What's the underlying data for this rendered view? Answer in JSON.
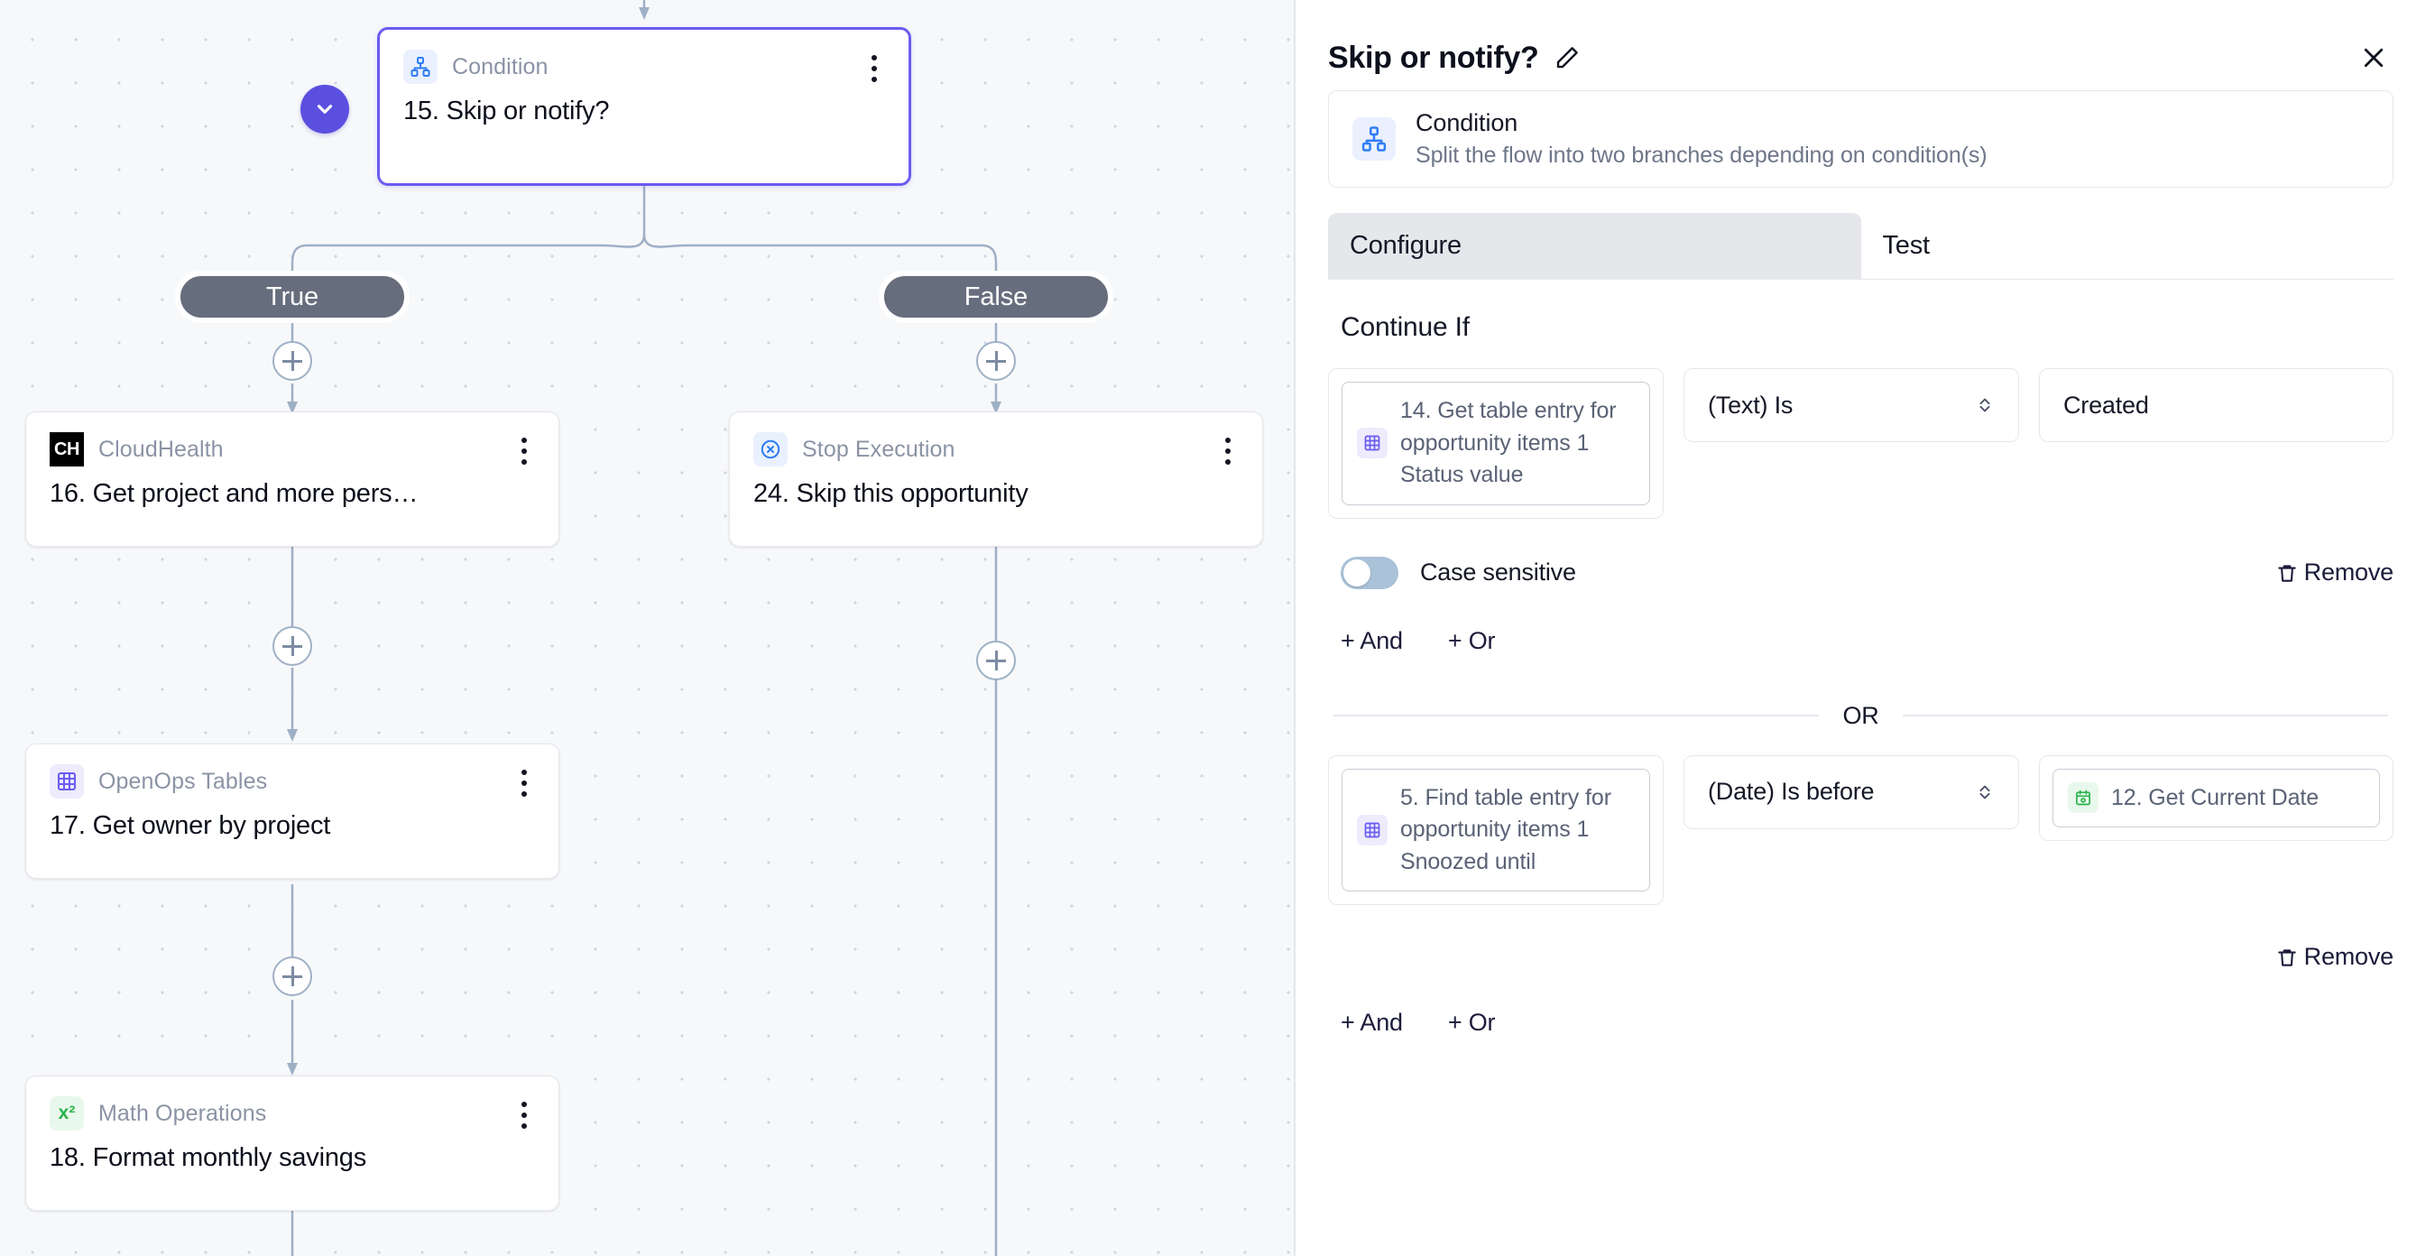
{
  "canvas": {
    "nodes": [
      {
        "id": "n15",
        "kind": "Condition",
        "title": "15. Skip or notify?",
        "logo": "condition-icon"
      },
      {
        "id": "n16",
        "kind": "CloudHealth",
        "title": "16. Get project and more pers…",
        "logo": "cloudhealth-logo"
      },
      {
        "id": "n17",
        "kind": "OpenOps Tables",
        "title": "17. Get owner by project",
        "logo": "tables-icon"
      },
      {
        "id": "n18",
        "kind": "Math Operations",
        "title": "18. Format monthly savings",
        "logo": "math-icon"
      },
      {
        "id": "n24",
        "kind": "Stop Execution",
        "title": "24. Skip this opportunity",
        "logo": "stop-icon"
      }
    ],
    "branches": {
      "true_label": "True",
      "false_label": "False"
    },
    "math_logo_text": "x²",
    "cloudhealth_logo_text": "CH"
  },
  "panel": {
    "title": "Skip or notify?",
    "piece": {
      "name": "Condition",
      "description": "Split the flow into two branches depending on condition(s)"
    },
    "tabs": [
      {
        "label": "Configure",
        "active": true
      },
      {
        "label": "Test",
        "active": false
      }
    ],
    "section_title": "Continue If",
    "or_label": "OR",
    "groups": [
      {
        "field_chip": "14. Get table entry for opportunity items 1 Status value",
        "field_chip_icon": "tables-icon",
        "operator": "(Text) Is",
        "value_type": "text",
        "value": "Created",
        "toggle": {
          "label": "Case sensitive",
          "on": false
        },
        "remove_label": "Remove",
        "add_and": "+ And",
        "add_or": "+ Or"
      },
      {
        "field_chip": "5. Find table entry for opportunity items 1 Snoozed until",
        "field_chip_icon": "tables-icon",
        "operator": "(Date) Is before",
        "value_type": "chip",
        "value": "12. Get Current Date",
        "value_chip_icon": "calendar-icon",
        "remove_label": "Remove",
        "add_and": "+ And",
        "add_or": "+ Or"
      }
    ]
  },
  "colors": {
    "accent": "#5b4fe0",
    "branch_pill": "#666d7d",
    "canvas_bg": "#f7f8fa",
    "tab_active_bg": "#e5e7eb",
    "tables_purple": "#6a5cf0",
    "math_green": "#2bb34a",
    "stop_blue": "#2f7df6"
  }
}
